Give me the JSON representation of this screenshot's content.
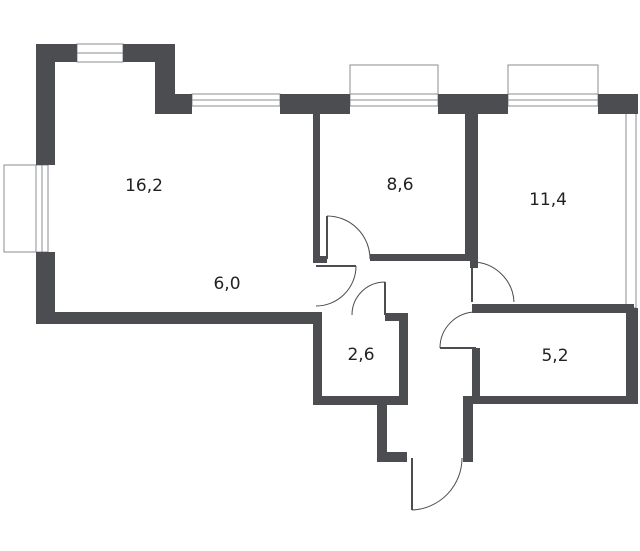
{
  "rooms": [
    {
      "id": "living",
      "area": "16,2"
    },
    {
      "id": "bedroom-1",
      "area": "8,6"
    },
    {
      "id": "bedroom-2",
      "area": "11,4"
    },
    {
      "id": "kitchen",
      "area": "6,0"
    },
    {
      "id": "bathroom",
      "area": "2,6"
    },
    {
      "id": "storage",
      "area": "5,2"
    }
  ],
  "colors": {
    "wall": "#4b4d50",
    "window": "#8a8c8f",
    "background": "#ffffff"
  }
}
